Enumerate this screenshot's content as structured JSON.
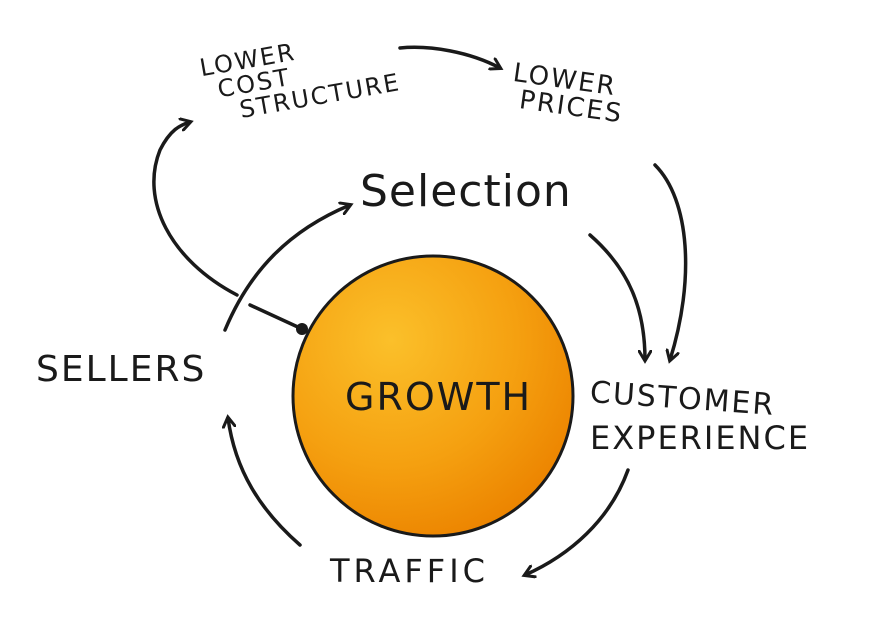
{
  "diagram": {
    "center": "GROWTH",
    "nodes": {
      "lower_cost_structure": [
        "LOWER",
        "COST",
        "STRUCTURE"
      ],
      "lower_prices": [
        "LOWER",
        "PRICES"
      ],
      "selection": "Selection",
      "sellers": "SELLERS",
      "customer_experience": [
        "CUSTOMER",
        "EXPERIENCE"
      ],
      "traffic": "TRAFFIC"
    },
    "colors": {
      "circle_light": "#fbc02a",
      "circle_dark": "#f08c00",
      "ink": "#1a1a1a"
    }
  }
}
